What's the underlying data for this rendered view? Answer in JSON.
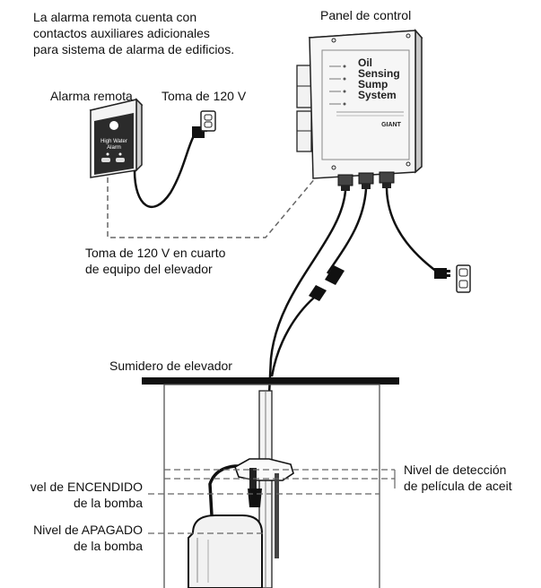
{
  "labels": {
    "note_line1": "La alarma remota cuenta con",
    "note_line2": "contactos auxiliares adicionales",
    "note_line3": "para sistema de alarma de edificios.",
    "control_panel": "Panel de control",
    "remote_alarm": "Alarma remota",
    "outlet_120v": "Toma de 120 V",
    "elevator_outlet_line1": "Toma de 120 V en cuarto",
    "elevator_outlet_line2": "de equipo del elevador",
    "sump": "Sumidero de elevador",
    "pump_on_line1": "vel de ENCENDIDO",
    "pump_on_line2": "de la bomba",
    "pump_off_line1": "Nivel de APAGADO",
    "pump_off_line2": "de la bomba",
    "oil_detect_line1": "Nivel de detección",
    "oil_detect_line2": "de película de aceit"
  },
  "device_text": {
    "alarm_title_1": "High Water",
    "alarm_title_2": "Alarm",
    "panel_title_1": "Oil",
    "panel_title_2": "Sensing",
    "panel_title_3": "Sump",
    "panel_title_4": "System",
    "panel_brand": "GIANT"
  }
}
